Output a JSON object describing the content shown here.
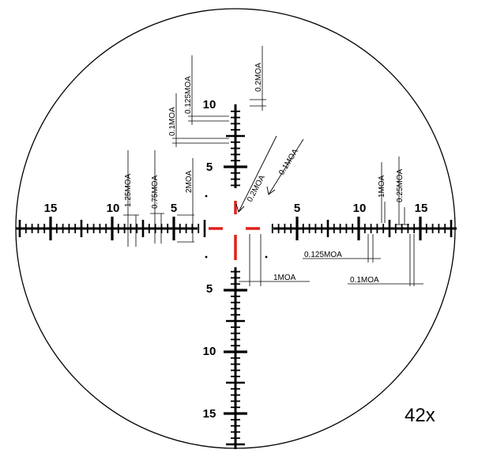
{
  "magnification": "42x",
  "colors": {
    "reticle": "#000000",
    "center": "#e0201c",
    "background": "#ffffff"
  },
  "horizontal_numbers": {
    "left": [
      "15",
      "10",
      "5"
    ],
    "right": [
      "5",
      "10",
      "15"
    ]
  },
  "vertical_numbers": {
    "top": [
      "10",
      "5"
    ],
    "bottom": [
      "5",
      "10",
      "15"
    ]
  },
  "annotations": {
    "left_1_25": "1.25MOA",
    "left_0_75": "0.75MOA",
    "left_2": "2MOA",
    "top_0_1": "0.1MOA",
    "top_0_125": "0.125MOA",
    "top_0_2": "0.2MOA",
    "diag_0_2": "0.2MOA",
    "diag_0_1": "0.1MOA",
    "center_1": "1MOA",
    "right_1": "1MOA",
    "right_0_25": "0.25MOA",
    "right_0_125": "0.125MOA",
    "right_0_1": "0.1MOA"
  }
}
